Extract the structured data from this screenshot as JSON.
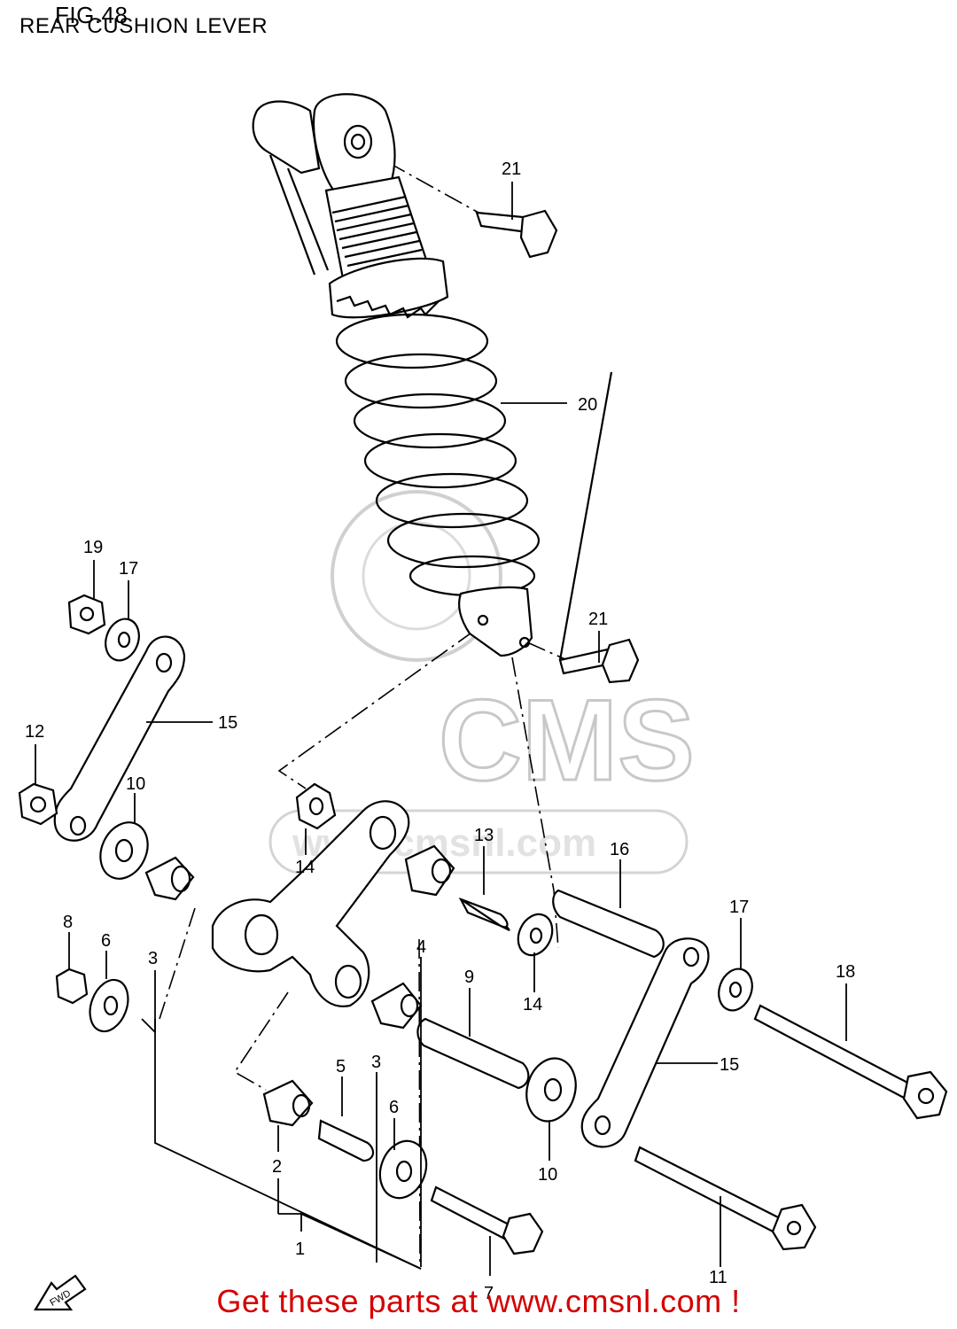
{
  "figure": {
    "number_label": "FIG.48",
    "title": "REAR CUSHION LEVER"
  },
  "watermark": {
    "brand": "CMS",
    "url": "www.cmsnl.com"
  },
  "fwd_label": "FWD",
  "footer": {
    "link_text": "Get these parts at www.cmsnl.com !"
  },
  "colors": {
    "footer_text": "#d40000",
    "line_art": "#000000",
    "watermark": "#c8c8c8"
  },
  "callouts": [
    {
      "id": "c21a",
      "text": "21"
    },
    {
      "id": "c20",
      "text": "20"
    },
    {
      "id": "c19",
      "text": "19"
    },
    {
      "id": "c17a",
      "text": "17"
    },
    {
      "id": "c21b",
      "text": "21"
    },
    {
      "id": "c15a",
      "text": "15"
    },
    {
      "id": "c12",
      "text": "12"
    },
    {
      "id": "c10a",
      "text": "10"
    },
    {
      "id": "c14a",
      "text": "14"
    },
    {
      "id": "c13",
      "text": "13"
    },
    {
      "id": "c16",
      "text": "16"
    },
    {
      "id": "c17b",
      "text": "17"
    },
    {
      "id": "c8",
      "text": "8"
    },
    {
      "id": "c6a",
      "text": "6"
    },
    {
      "id": "c3a",
      "text": "3"
    },
    {
      "id": "c4",
      "text": "4"
    },
    {
      "id": "c9",
      "text": "9"
    },
    {
      "id": "c14b",
      "text": "14"
    },
    {
      "id": "c18",
      "text": "18"
    },
    {
      "id": "c15b",
      "text": "15"
    },
    {
      "id": "c5",
      "text": "5"
    },
    {
      "id": "c3b",
      "text": "3"
    },
    {
      "id": "c6b",
      "text": "6"
    },
    {
      "id": "c2",
      "text": "2"
    },
    {
      "id": "c10b",
      "text": "10"
    },
    {
      "id": "c1",
      "text": "1"
    },
    {
      "id": "c7",
      "text": "7"
    },
    {
      "id": "c11",
      "text": "11"
    }
  ]
}
